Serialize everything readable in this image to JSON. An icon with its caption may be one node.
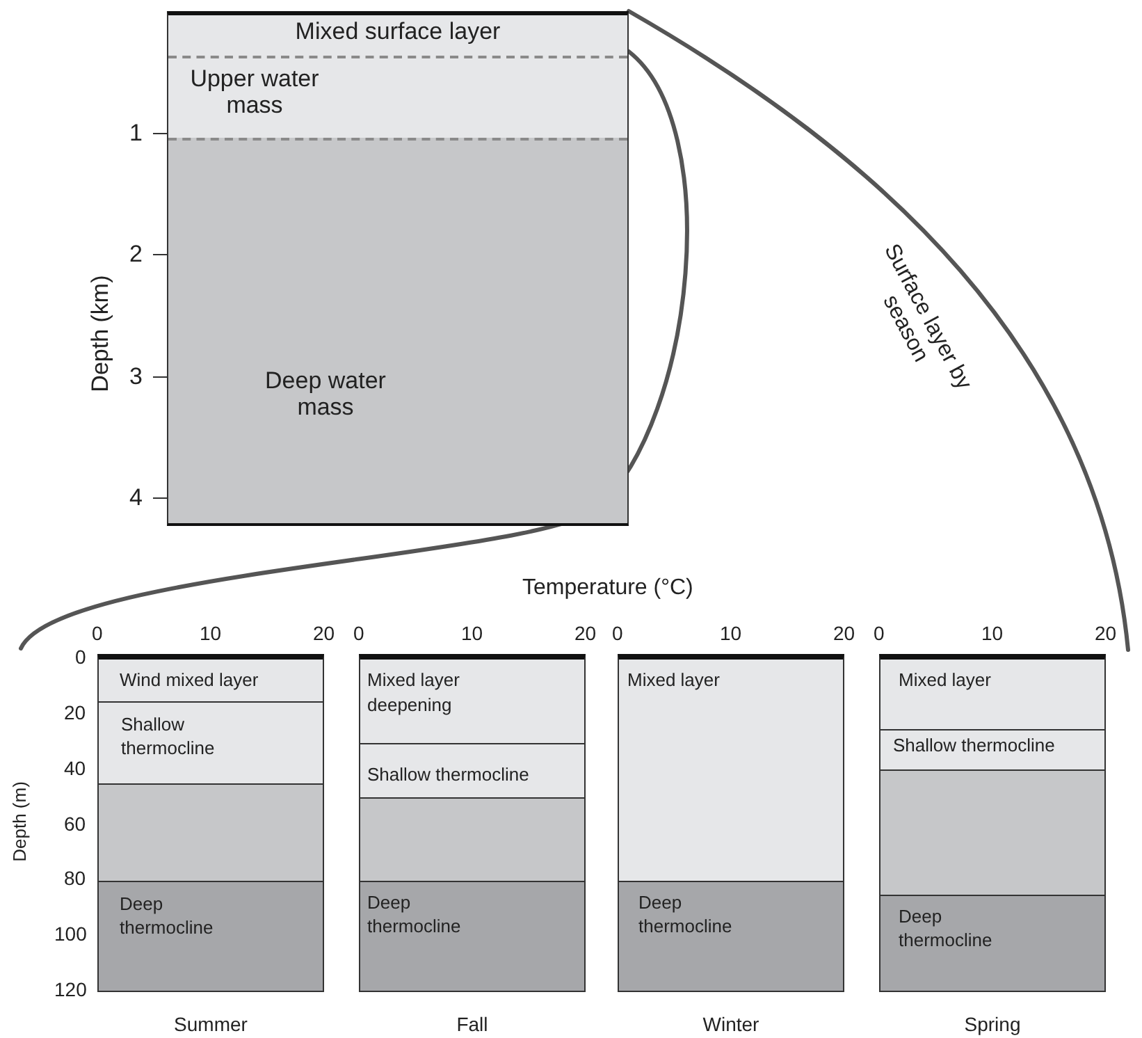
{
  "diagram": {
    "nodes": [
      {
        "text": [],
        "shape": "box"
      },
      {
        "text": [
          "Mixed surface layer"
        ],
        "in": 0
      },
      {
        "text": [
          "Upper water mass"
        ],
        "in": 0
      },
      {
        "text": [
          "Deep water mass"
        ],
        "in": 0
      },
      {
        "text": [
          "Summer"
        ]
      },
      {
        "text": [
          "Wind mixed layer"
        ],
        "in": 4
      },
      {
        "text": [
          "Shallow thermocline"
        ],
        "in": 4
      },
      {
        "text": [],
        "shape": "box",
        "in": 4
      },
      {
        "text": [
          "Deep thermocline"
        ],
        "in": 4
      },
      {
        "text": [
          "Fall"
        ]
      },
      {
        "text": [
          "Mixed layer deepening"
        ],
        "in": 9
      },
      {
        "text": [
          "Shallow thermocline"
        ],
        "in": 9
      },
      {
        "text": [],
        "shape": "box",
        "in": 9
      },
      {
        "text": [
          "Deep thermocline"
        ],
        "in": 9
      },
      {
        "text": [
          "Winter"
        ]
      },
      {
        "text": [
          "Mixed layer"
        ],
        "in": 14
      },
      {
        "text": [
          "Deep thermocline"
        ],
        "in": 14
      },
      {
        "text": [
          "Spring"
        ]
      },
      {
        "text": [
          "Mixed layer"
        ],
        "in": 17
      },
      {
        "text": [
          "Shallow thermocline"
        ],
        "in": 17
      },
      {
        "text": [],
        "shape": "box",
        "in": 17
      },
      {
        "text": [
          "Deep thermocline"
        ],
        "in": 17
      }
    ],
    "labels": [
      "1",
      "2",
      "3",
      "4",
      "Depth (km)",
      "Surface layer by season",
      "Temperature (°C)",
      "0",
      "10",
      "20",
      "0",
      "10",
      "20",
      "0",
      "10",
      "20",
      "0",
      "10",
      "20",
      "Depth (m)",
      "0",
      "20",
      "40",
      "60",
      "80",
      "100",
      "120"
    ]
  }
}
